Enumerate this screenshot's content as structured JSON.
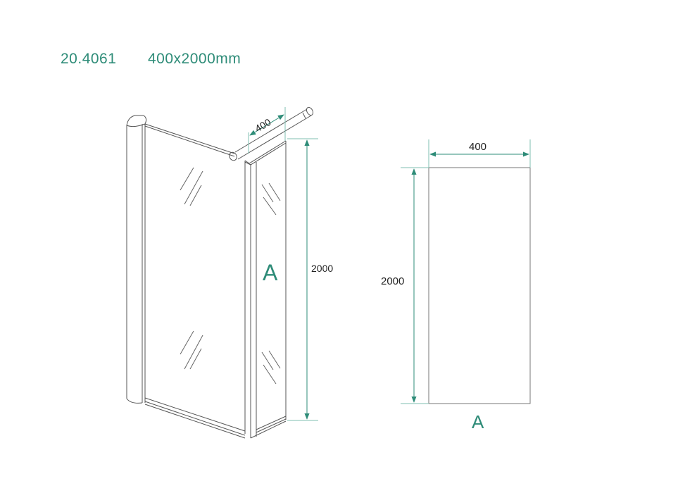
{
  "header": {
    "product_code": "20.4061",
    "size": "400x2000mm"
  },
  "colors": {
    "accent": "#2e8c78",
    "line": "#555555",
    "text": "#222222"
  },
  "iso_view": {
    "width_label": "400",
    "height_label": "2000",
    "panel_label": "A"
  },
  "front_view": {
    "width_label": "400",
    "height_label": "2000",
    "panel_label": "A"
  }
}
